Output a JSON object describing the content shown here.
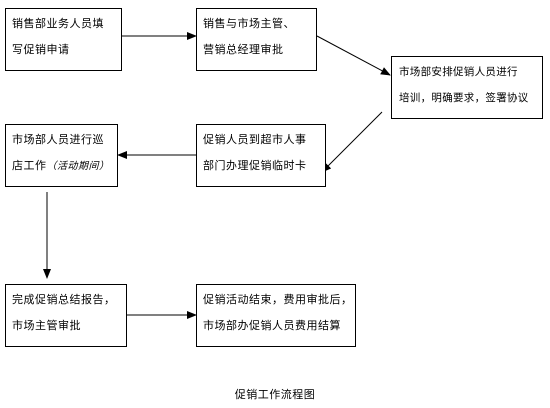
{
  "diagram": {
    "nodes": [
      {
        "id": "n1",
        "lines": [
          "销售部业务人员填",
          "写促销申请"
        ]
      },
      {
        "id": "n2",
        "lines": [
          "销售与市场主管、",
          "营销总经理审批"
        ]
      },
      {
        "id": "n3",
        "lines": [
          "市场部安排促销人员进行",
          "培训，明确要求，签署协议"
        ]
      },
      {
        "id": "n4",
        "lines": [
          "促销人员到超市人事",
          "部门办理促销临时卡"
        ]
      },
      {
        "id": "n5",
        "lines": [
          "市场部人员进行巡",
          "店工作"
        ],
        "note": "（活动期间）"
      },
      {
        "id": "n6",
        "lines": [
          "完成促销总结报告，",
          "市场主管审批"
        ]
      },
      {
        "id": "n7",
        "lines": [
          "促销活动结束，费用审批后，",
          "市场部办促销人员费用结算"
        ]
      }
    ],
    "edges": [
      {
        "from": "n1",
        "to": "n2"
      },
      {
        "from": "n2",
        "to": "n3"
      },
      {
        "from": "n3",
        "to": "n4"
      },
      {
        "from": "n4",
        "to": "n5"
      },
      {
        "from": "n5",
        "to": "n6"
      },
      {
        "from": "n6",
        "to": "n7"
      }
    ],
    "caption": "促销工作流程图"
  }
}
